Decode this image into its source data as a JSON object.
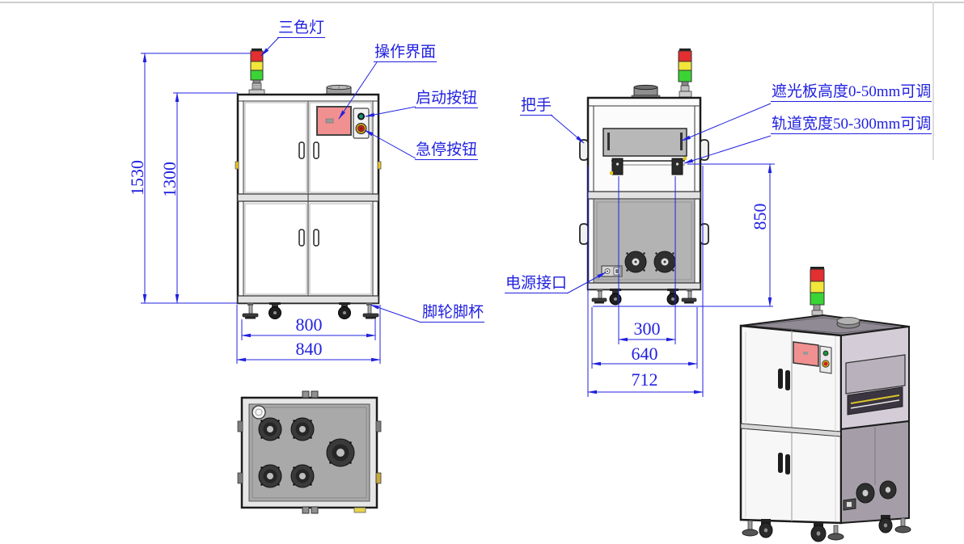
{
  "drawing": {
    "front_view": {
      "callouts": {
        "tower_light": "三色灯",
        "operation_panel": "操作界面",
        "start_button": "启动按钮",
        "estop_button": "急停按钮",
        "caster_footcup": "脚轮脚杯"
      },
      "dimensions": {
        "overall_height": "1530",
        "cabinet_height": "1300",
        "caster_span": "800",
        "overall_width": "840"
      }
    },
    "rear_view": {
      "callouts": {
        "handle": "把手",
        "shade_plate": "遮光板高度0-50mm可调",
        "track_width": "轨道宽度50-300mm可调",
        "power_port": "电源接口"
      },
      "dimensions": {
        "track_height": "850",
        "track_span": "300",
        "caster_span": "640",
        "overall_width": "712"
      }
    },
    "colors": {
      "annotation_blue": "#2121e0",
      "outline_dark": "#1c1c1c",
      "panel_gray": "#b3b3b3",
      "screen_pink": "#f19090",
      "light_red": "#e32f2f",
      "light_yellow": "#f2e63a",
      "light_green": "#3bd435",
      "iso_side_lavender": "#d4cdd8",
      "iso_side_gray": "#a59ea8"
    }
  }
}
